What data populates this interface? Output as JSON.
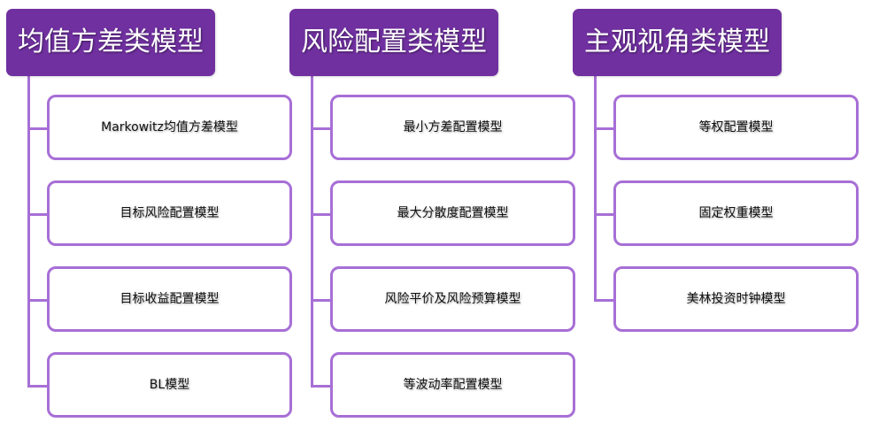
{
  "diagram": {
    "colors": {
      "header_fill": "#7030a0",
      "connector": "#a76fd6",
      "box_border": "#a76fd6",
      "header_text": "#ffffff",
      "item_text": "#111111"
    },
    "categories": [
      {
        "title": "均值方差类模型",
        "items": [
          "Markowitz均值方差模型",
          "目标风险配置模型",
          "目标收益配置模型",
          "BL模型"
        ]
      },
      {
        "title": "风险配置类模型",
        "items": [
          "最小方差配置模型",
          "最大分散度配置模型",
          "风险平价及风险预算模型",
          "等波动率配置模型"
        ]
      },
      {
        "title": "主观视角类模型",
        "items": [
          "等权配置模型",
          "固定权重模型",
          "美林投资时钟模型"
        ]
      }
    ]
  }
}
